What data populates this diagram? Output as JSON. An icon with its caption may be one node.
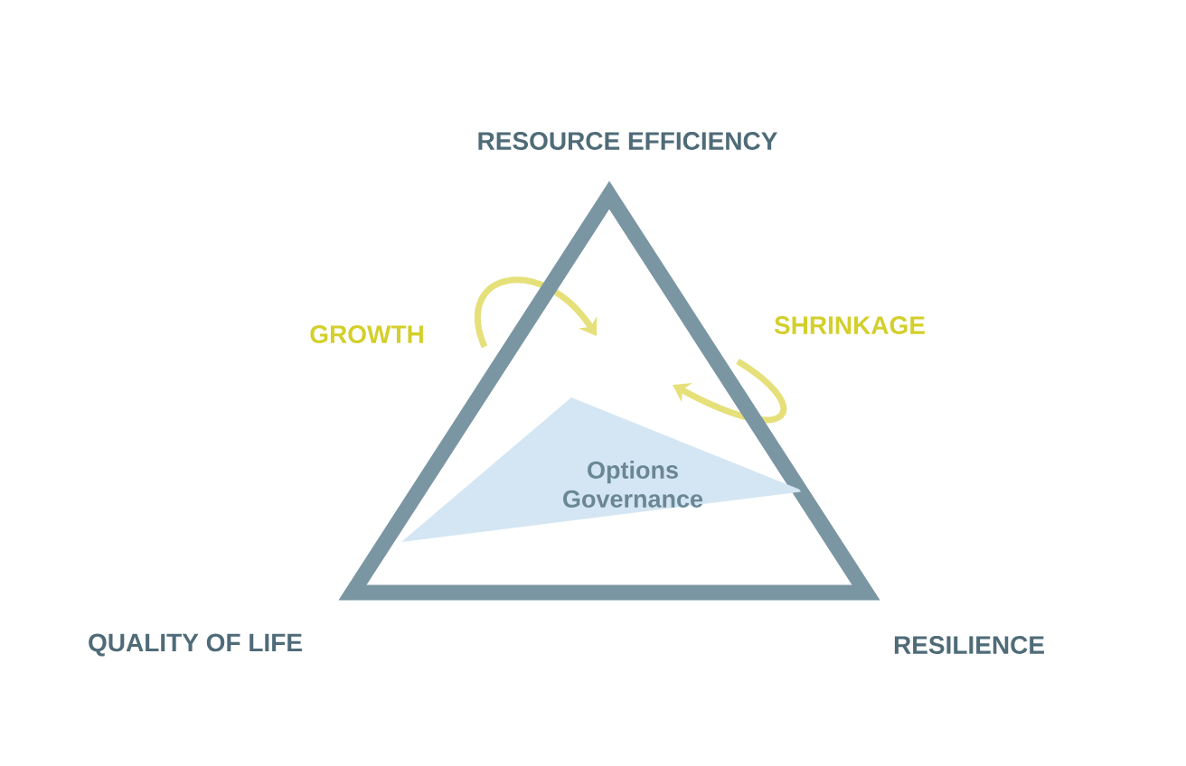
{
  "diagram": {
    "nodes": [
      {
        "text": [],
        "shape": "triangle"
      },
      {
        "text": [
          "Options Governance"
        ],
        "in": 0
      }
    ],
    "edges": [],
    "labels": [
      "RESOURCE EFFICIENCY",
      "GROWTH",
      "SHRINKAGE",
      "QUALITY OF LIFE",
      "RESILIENCE"
    ]
  }
}
